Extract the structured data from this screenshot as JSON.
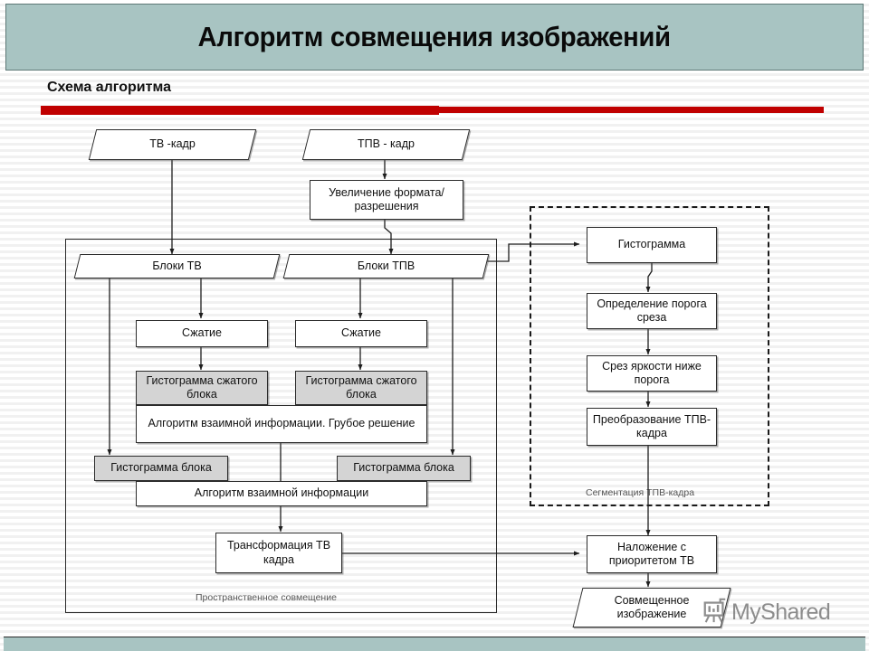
{
  "header": {
    "title": "Алгоритм совмещения изображений",
    "subtitle": "Схема алгоритма",
    "banner_color": "#a8c4c2",
    "accent_color": "#c00000"
  },
  "watermark": {
    "text": "MyShared",
    "icon": "projector-easel-icon"
  },
  "diagram": {
    "groups": [
      {
        "id": "spatial",
        "caption": "Пространственное совмещение",
        "style": "solid"
      },
      {
        "id": "segmentation",
        "caption": "Сегментация ТПВ-кадра",
        "style": "dashed"
      }
    ],
    "nodes": [
      {
        "id": "tv_frame",
        "label": "ТВ -кадр",
        "shape": "parallelogram",
        "fill": "white"
      },
      {
        "id": "tpv_frame",
        "label": "ТПВ - кадр",
        "shape": "parallelogram",
        "fill": "white"
      },
      {
        "id": "upscale",
        "label": "Увеличение формата/ разрешения",
        "shape": "rect",
        "fill": "white"
      },
      {
        "id": "blocks_tv",
        "label": "Блоки ТВ",
        "shape": "parallelogram",
        "fill": "white"
      },
      {
        "id": "blocks_tpv",
        "label": "Блоки ТПВ",
        "shape": "parallelogram",
        "fill": "white"
      },
      {
        "id": "compress_left",
        "label": "Сжатие",
        "shape": "rect",
        "fill": "white"
      },
      {
        "id": "compress_right",
        "label": "Сжатие",
        "shape": "rect",
        "fill": "white"
      },
      {
        "id": "hist_comp_left",
        "label": "Гистограмма сжатого блока",
        "shape": "rect",
        "fill": "shaded"
      },
      {
        "id": "hist_comp_right",
        "label": "Гистограмма сжатого блока",
        "shape": "rect",
        "fill": "shaded"
      },
      {
        "id": "mutual_rough",
        "label": "Алгоритм взаимной информации. Грубое решение",
        "shape": "rect",
        "fill": "white"
      },
      {
        "id": "hist_block_left",
        "label": "Гистограмма блока",
        "shape": "rect",
        "fill": "shaded"
      },
      {
        "id": "hist_block_right",
        "label": "Гистограмма блока",
        "shape": "rect",
        "fill": "shaded"
      },
      {
        "id": "mutual_info",
        "label": "Алгоритм взаимной информации",
        "shape": "rect",
        "fill": "white"
      },
      {
        "id": "transform_tv",
        "label": "Трансформация ТВ кадра",
        "shape": "rect",
        "fill": "white"
      },
      {
        "id": "histogram",
        "label": "Гистограмма",
        "shape": "rect",
        "fill": "white"
      },
      {
        "id": "threshold",
        "label": "Определение порога среза",
        "shape": "rect",
        "fill": "white"
      },
      {
        "id": "cut_below",
        "label": "Срез яркости ниже порога",
        "shape": "rect",
        "fill": "white"
      },
      {
        "id": "convert_tpv",
        "label": "Преобразование ТПВ-кадра",
        "shape": "rect",
        "fill": "white"
      },
      {
        "id": "overlay",
        "label": "Наложение с приоритетом ТВ",
        "shape": "rect",
        "fill": "white"
      },
      {
        "id": "result",
        "label": "Совмещенное изображение",
        "shape": "parallelogram",
        "fill": "white"
      }
    ]
  }
}
